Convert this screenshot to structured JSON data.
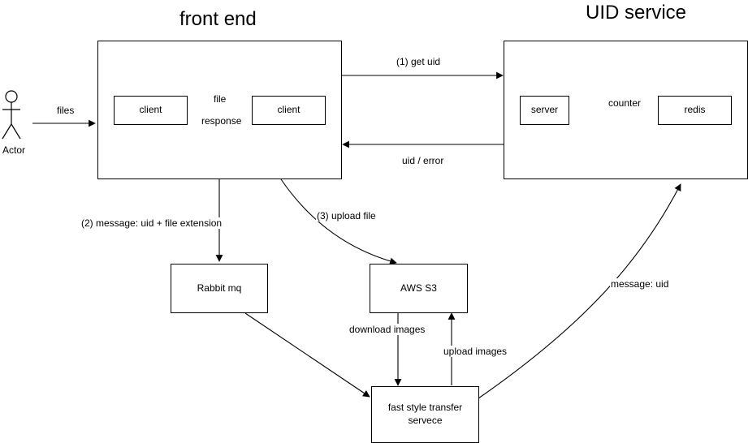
{
  "titles": {
    "front_end": "front end",
    "uid_service": "UID service"
  },
  "actor": {
    "label": "Actor"
  },
  "nodes": {
    "client_left": "client",
    "client_right": "client",
    "server": "server",
    "redis": "redis",
    "rabbit": "Rabbit mq",
    "s3": "AWS S3",
    "fst": "fast style transfer servece"
  },
  "edges": {
    "files": "files",
    "file": "file",
    "response": "response",
    "get_uid": "(1)  get uid",
    "uid_error": "uid / error",
    "counter": "counter",
    "message_ext": "(2) message: uid + file extension",
    "upload_file": "(3) upload file",
    "download_images": "download images",
    "upload_images": "upload images",
    "message_uid": "message: uid"
  }
}
